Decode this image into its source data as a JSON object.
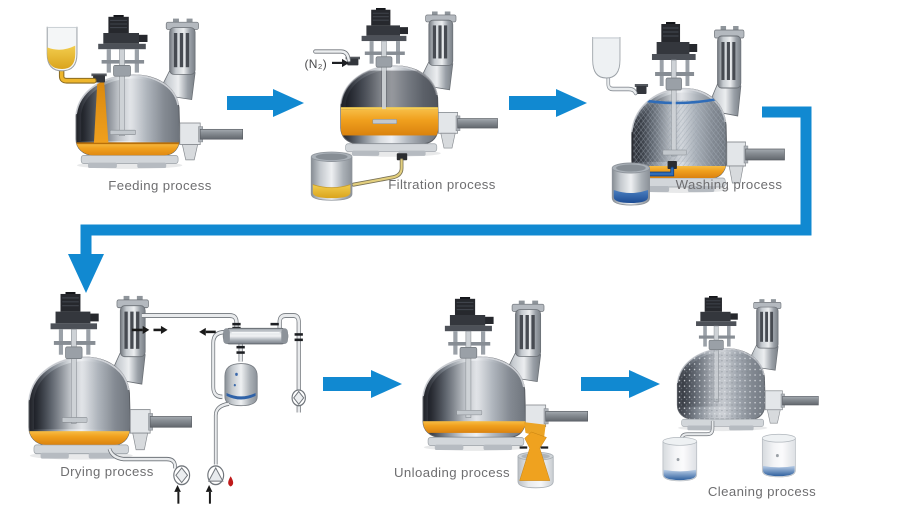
{
  "diagram": {
    "stations": [
      {
        "key": "feeding",
        "label": "Feeding process"
      },
      {
        "key": "filtration",
        "label": "Filtration process",
        "inlet_annotation": "(N₂)"
      },
      {
        "key": "washing",
        "label": "Washing process"
      },
      {
        "key": "drying",
        "label": "Drying process"
      },
      {
        "key": "unloading",
        "label": "Unloading process"
      },
      {
        "key": "cleaning",
        "label": "Cleaning process"
      }
    ],
    "flow_order": [
      "feeding",
      "filtration",
      "washing",
      "drying",
      "unloading",
      "cleaning"
    ],
    "colors": {
      "flow_arrow": "#1189d1",
      "product_slurry": "#f0a01e",
      "filtrate_liquid": "#d8b342",
      "wash_liquid": "#2f62a8",
      "label_text": "#6e6e70",
      "condensate_drop": "#bf1a1a"
    }
  }
}
